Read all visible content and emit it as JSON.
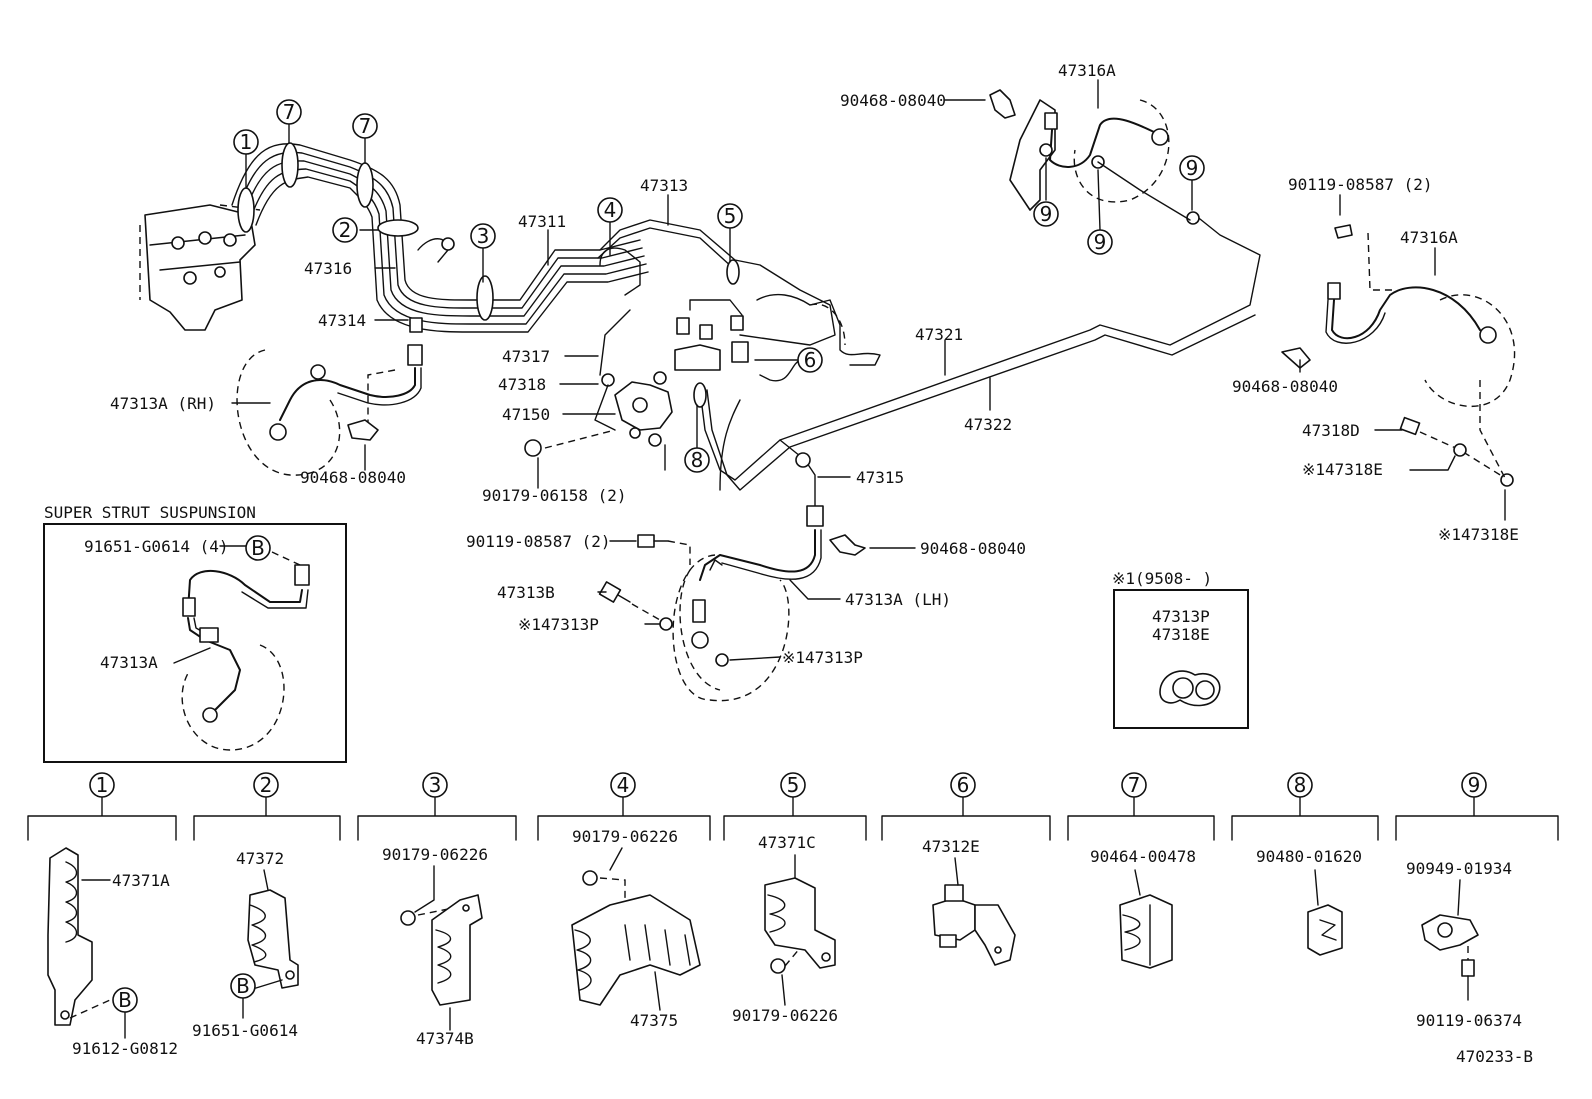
{
  "labels": {
    "p47316A_top": "47316A",
    "p90468_08040_top": "90468-08040",
    "p90119_08587_right": "90119-08587 (2)",
    "p47316A_right": "47316A",
    "p90468_08040_right": "90468-08040",
    "p47318D": "47318D",
    "p147318E_a": "※147318E",
    "p147318E_b": "※147318E",
    "p47313": "47313",
    "p47311": "47311",
    "p47316": "47316",
    "p47314": "47314",
    "p47317": "47317",
    "p47318": "47318",
    "p47150": "47150",
    "p47321": "47321",
    "p47322": "47322",
    "p47315": "47315",
    "p47313A_RH": "47313A (RH)",
    "p90468_08040_left": "90468-08040",
    "p90179_06158": "90179-06158 (2)",
    "p90119_08587_mid": "90119-08587 (2)",
    "p90468_08040_mid": "90468-08040",
    "p47313B": "47313B",
    "p147313P_a": "※147313P",
    "p147313P_b": "※147313P",
    "p47313A_LH": "47313A (LH)"
  },
  "super_strut": {
    "title": "SUPER STRUT SUSPUNSION",
    "bolt": "91651-G0614 (4)",
    "hose": "47313A",
    "ref": "B"
  },
  "note_box": {
    "header": "※1(9508-     )",
    "line1": "47313P",
    "line2": "47318E"
  },
  "callouts": {
    "c1": "1",
    "c2": "2",
    "c3": "3",
    "c4": "4",
    "c5": "5",
    "c6": "6",
    "c7": "7",
    "c8": "8",
    "c9": "9"
  },
  "legend": [
    {
      "num": "1",
      "parts": [
        "47371A",
        "91612-G0812"
      ],
      "ref": "B"
    },
    {
      "num": "2",
      "parts": [
        "47372",
        "91651-G0614"
      ],
      "ref": "B"
    },
    {
      "num": "3",
      "parts": [
        "90179-06226",
        "47374B"
      ]
    },
    {
      "num": "4",
      "parts": [
        "90179-06226",
        "47375"
      ]
    },
    {
      "num": "5",
      "parts": [
        "47371C",
        "90179-06226"
      ]
    },
    {
      "num": "6",
      "parts": [
        "47312E"
      ]
    },
    {
      "num": "7",
      "parts": [
        "90464-00478"
      ]
    },
    {
      "num": "8",
      "parts": [
        "90480-01620"
      ]
    },
    {
      "num": "9",
      "parts": [
        "90949-01934",
        "90119-06374"
      ]
    }
  ],
  "figure_id": "470233-B"
}
